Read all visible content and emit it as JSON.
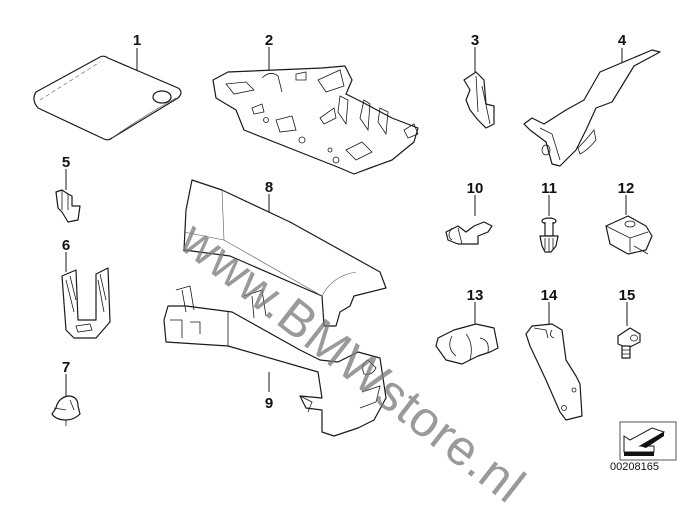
{
  "diagram": {
    "type": "exploded-parts-diagram",
    "watermark": "www.BMWstore.nl",
    "diagram_number": "00208165",
    "parts": [
      {
        "number": "1",
        "depiction": "flat pouch / document bag"
      },
      {
        "number": "2",
        "depiction": "mounting plate"
      },
      {
        "number": "3",
        "depiction": "clip"
      },
      {
        "number": "4",
        "depiction": "bracket with cable"
      },
      {
        "number": "5",
        "depiction": "clip"
      },
      {
        "number": "6",
        "depiction": "U-shaped holder"
      },
      {
        "number": "7",
        "depiction": "clip nut"
      },
      {
        "number": "8",
        "depiction": "trim cover"
      },
      {
        "number": "9",
        "depiction": "cable duct"
      },
      {
        "number": "10",
        "depiction": "cable clip"
      },
      {
        "number": "11",
        "depiction": "expanding rivet"
      },
      {
        "number": "12",
        "depiction": "cable clamp"
      },
      {
        "number": "13",
        "depiction": "double clip"
      },
      {
        "number": "14",
        "depiction": "bracket"
      },
      {
        "number": "15",
        "depiction": "bolt with nut"
      }
    ]
  }
}
